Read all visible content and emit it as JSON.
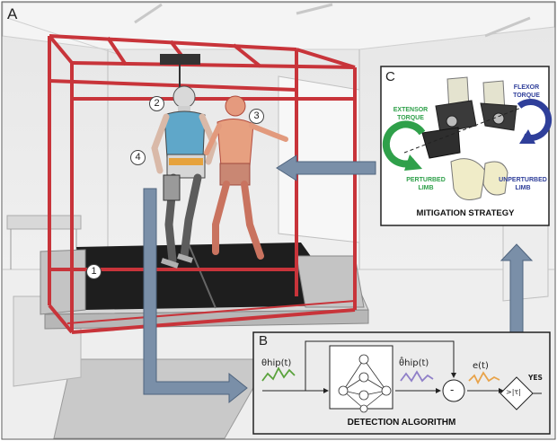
{
  "panels": {
    "a_label": "A",
    "b_label": "B",
    "c_label": "C"
  },
  "callouts": [
    "1",
    "2",
    "3",
    "4"
  ],
  "panel_c": {
    "extensor_torque": [
      "EXTENSOR",
      "TORQUE"
    ],
    "flexor_torque": [
      "FLEXOR",
      "TORQUE"
    ],
    "perturbed_limb": [
      "PERTURBED",
      "LIMB"
    ],
    "unperturbed_limb": [
      "UNPERTURBED",
      "LIMB"
    ],
    "caption": "MITIGATION STRATEGY"
  },
  "panel_b": {
    "theta_hip": "θhip(t)",
    "theta_hat_hip": "θ̂hip(t)",
    "minus_sign": "-",
    "error": "e(t)",
    "threshold": ">|τ|",
    "yes": "YES",
    "caption": "DETECTION ALGORITHM"
  },
  "colors": {
    "frame_red": "#c8343a",
    "arrow_fill": "#7a8fa8",
    "extensor_arrow": "#2fa04a",
    "flexor_arrow": "#2f3f9a",
    "signal_theta": "#5aa23c",
    "signal_estimate": "#8f7fc8",
    "signal_error": "#e8a34a",
    "panel_b_bg": "#ececec"
  },
  "icons": [
    "exoskeleton-user-figure",
    "physical-therapist-figure",
    "treadmill",
    "neural-network",
    "exoskeleton-hip-joint"
  ]
}
